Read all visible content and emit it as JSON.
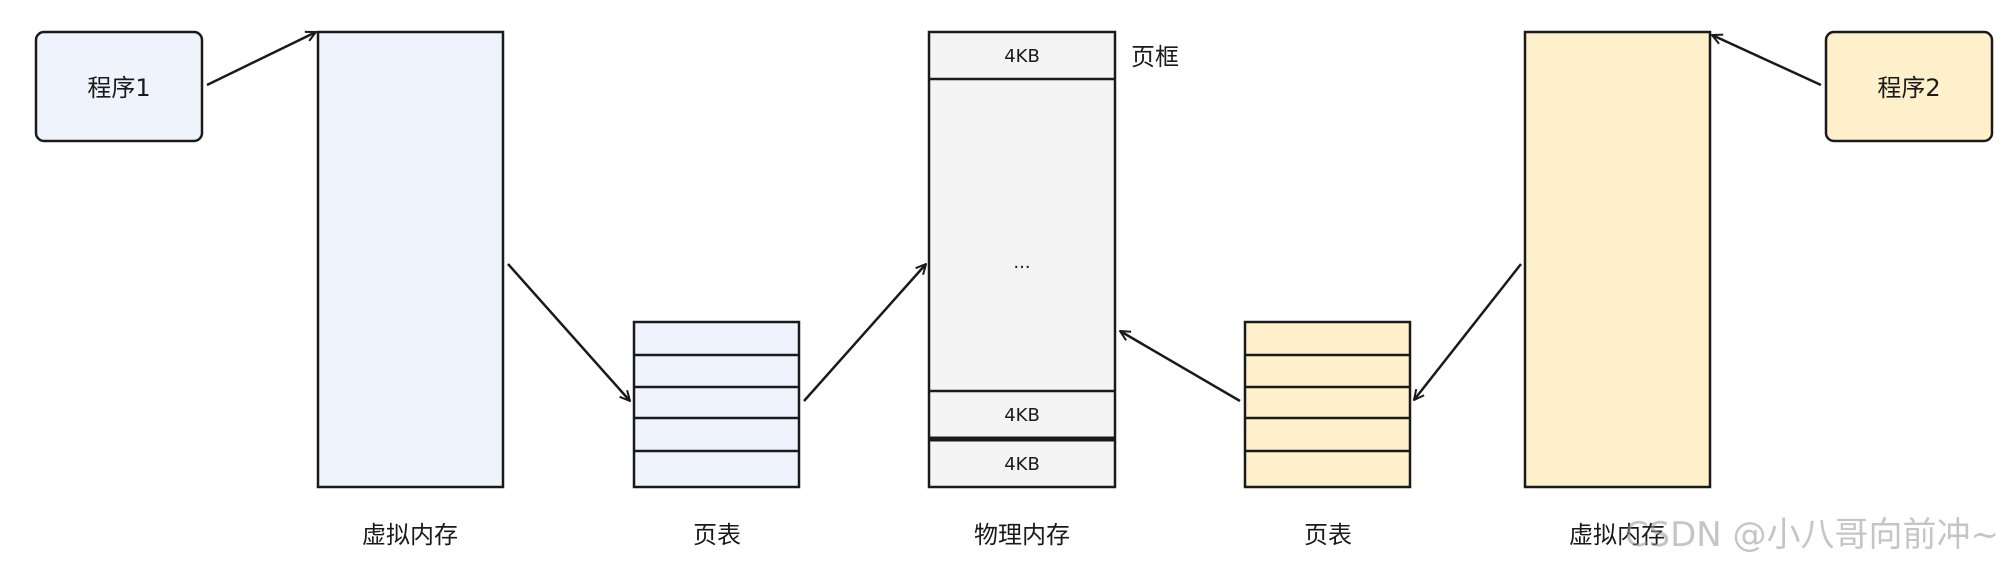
{
  "program1": {
    "label": "程序1"
  },
  "program2": {
    "label": "程序2"
  },
  "virtual_memory_1": {
    "label": "虚拟内存"
  },
  "virtual_memory_2": {
    "label": "虚拟内存"
  },
  "page_table_1": {
    "label": "页表"
  },
  "page_table_2": {
    "label": "页表"
  },
  "physical_memory": {
    "label": "物理内存",
    "top_frame": "4KB",
    "middle_ellipsis": "...",
    "frame_2": "4KB",
    "frame_3": "4KB"
  },
  "page_frame_label": "页框",
  "watermark": "CSDN @小八哥向前冲~",
  "colors": {
    "program1_fill": "#eef3fc",
    "program2_fill": "#fdf0ca",
    "virtual_memory_1_fill": "#eef3fc",
    "virtual_memory_2_fill": "#fdf0ca",
    "page_table_1_fill": "#eef3fc",
    "page_table_2_fill": "#fdf0ca",
    "physical_memory_fill": "#f4f4f4",
    "stroke": "#1a1a1a"
  }
}
